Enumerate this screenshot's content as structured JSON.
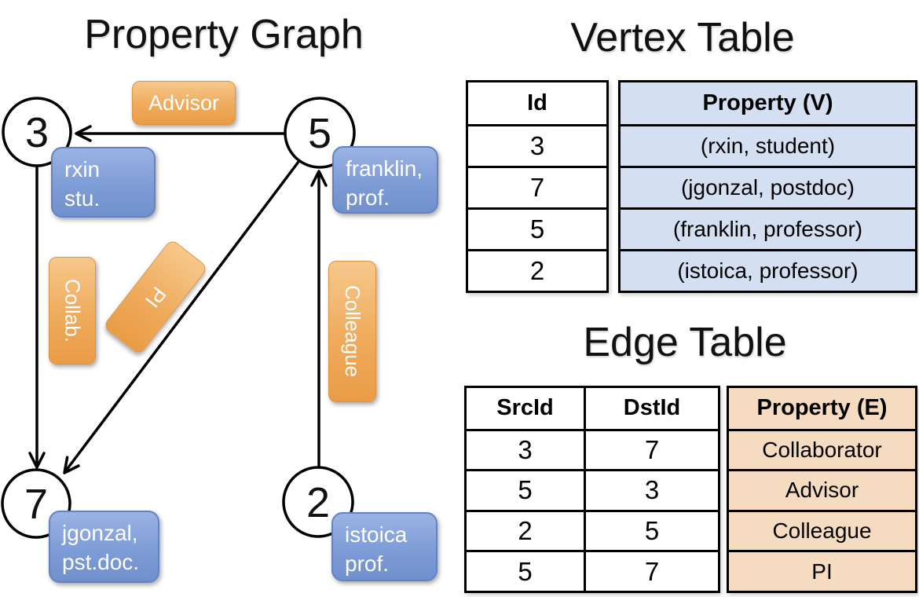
{
  "titles": {
    "graph": "Property Graph",
    "vertex": "Vertex Table",
    "edge": "Edge Table"
  },
  "graph": {
    "nodes": [
      {
        "id": "3",
        "line1": "rxin",
        "line2": "stu."
      },
      {
        "id": "5",
        "line1": "franklin,",
        "line2": "prof."
      },
      {
        "id": "7",
        "line1": "jgonzal,",
        "line2": "pst.doc."
      },
      {
        "id": "2",
        "line1": "istoica",
        "line2": "prof."
      }
    ],
    "edge_labels": {
      "advisor": "Advisor",
      "collab": "Collab.",
      "pi": "PI",
      "colleague": "Colleague"
    }
  },
  "vertex_table": {
    "id_header": "Id",
    "property_header": "Property (V)",
    "rows": [
      {
        "id": "3",
        "property": "(rxin, student)"
      },
      {
        "id": "7",
        "property": "(jgonzal, postdoc)"
      },
      {
        "id": "5",
        "property": "(franklin, professor)"
      },
      {
        "id": "2",
        "property": "(istoica, professor)"
      }
    ]
  },
  "edge_table": {
    "src_header": "SrcId",
    "dst_header": "DstId",
    "property_header": "Property (E)",
    "rows": [
      {
        "src": "3",
        "dst": "7",
        "property": "Collaborator"
      },
      {
        "src": "5",
        "dst": "3",
        "property": "Advisor"
      },
      {
        "src": "2",
        "dst": "5",
        "property": "Colleague"
      },
      {
        "src": "5",
        "dst": "7",
        "property": "PI"
      }
    ]
  },
  "colors": {
    "edge_label_orange": "#eca14e",
    "vertex_box_blue": "#7e9cd6",
    "vertex_cell_bg": "#d4dff1",
    "edge_cell_bg": "#f5dbbf",
    "line_black": "#000000"
  }
}
